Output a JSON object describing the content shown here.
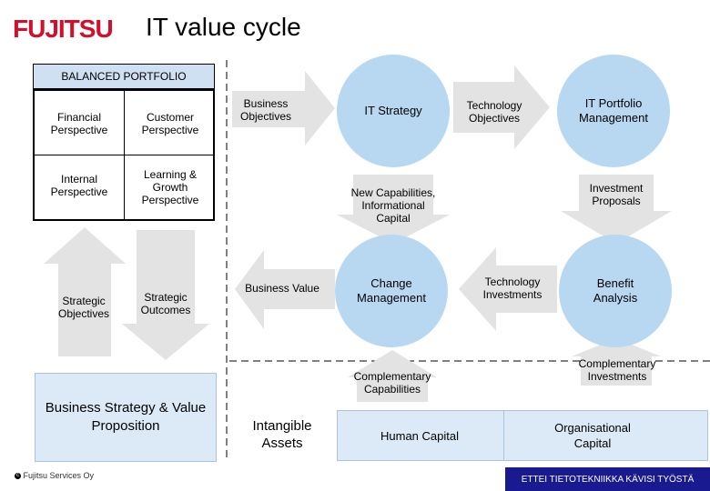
{
  "logo": "FUJITSU",
  "title": "IT value cycle",
  "balanced_portfolio": {
    "header": "BALANCED PORTFOLIO",
    "financial": "Financial Perspective",
    "customer": "Customer Perspective",
    "internal": "Internal Perspective",
    "learning": "Learning & Growth Perspective"
  },
  "left": {
    "strategic_objectives": "Strategic Objectives",
    "strategic_outcomes": "Strategic Outcomes",
    "business_strategy": "Business Strategy & Value Proposition"
  },
  "middle": {
    "business_objectives": "Business Objectives",
    "business_value": "Business Value",
    "intangible_assets": "Intangible Assets"
  },
  "cycle": {
    "it_strategy": "IT Strategy",
    "technology_objectives": "Technology Objectives",
    "it_portfolio_management": "IT Portfolio Management",
    "new_capabilities": "New Capabilities, Informational Capital",
    "investment_proposals": "Investment Proposals",
    "change_management": "Change Management",
    "technology_investments": "Technology Investments",
    "benefit_analysis": "Benefit Analysis",
    "complementary_capabilities": "Complementary Capabilities",
    "complementary_investments": "Complementary Investments"
  },
  "bottom": {
    "human_capital": "Human Capital",
    "organisational_capital": "Organisational Capital"
  },
  "footer": {
    "copyright": "Fujitsu Services Oy",
    "tagline": "ETTEI TIETOTEKNIIKKA KÄVISI TYÖSTÄ"
  },
  "colors": {
    "brand_red": "#d0102d",
    "light_blue": "#b8d8f2",
    "arrow_gray": "#e3e3e3",
    "footer_blue": "#1a1a90"
  }
}
